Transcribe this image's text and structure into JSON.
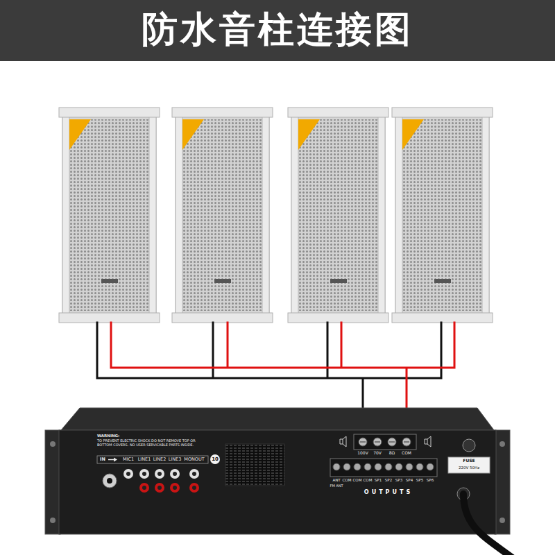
{
  "diagram": {
    "title": "防水音柱连接图",
    "labels": [
      "WARNING:",
      "TO PREVENT ELECTRIC SHOCK DO NOT REMOVE TOP OR BOTTOM COVERS. NO USER SERVICABLE PARTS INSIDE.",
      "IN",
      "MIC1",
      "LINE1",
      "LINE2",
      "LINE3",
      "MONOUT",
      "10",
      "100V",
      "70V",
      "8Ω",
      "COM",
      "ANT",
      "COM",
      "COM",
      "COM",
      "SP1",
      "SP2",
      "SP3",
      "SP4",
      "SP5",
      "SP6",
      "FM ANT",
      "OUTPUTS",
      "FUSE",
      "220V 50Hz"
    ]
  }
}
